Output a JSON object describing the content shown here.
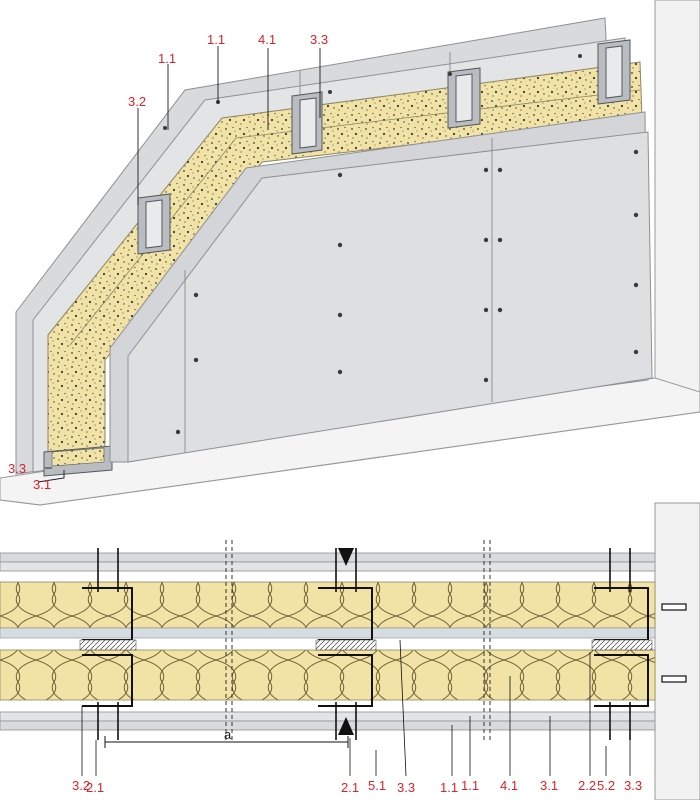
{
  "colors": {
    "label_red": "#d8232a",
    "label_black": "#1a1a1a",
    "board": "#d9dadc",
    "board_edge": "#8e9094",
    "insulation": "#f1e2a6",
    "insulation_dots": "#3a3a3a",
    "steel": "#b9bcc0",
    "floor": "#f4f4f4"
  },
  "upper_view": {
    "labels": {
      "board_outer_a": "1.1",
      "board_outer_b": "1.1",
      "insulation": "4.1",
      "stud_top": "3.3",
      "stud_side": "3.2",
      "track_bottom": "3.3",
      "track_floor": "3.1"
    }
  },
  "lower_view": {
    "labels": {
      "b32": "3.2",
      "b21a": "2.1",
      "spacing": "a",
      "b21b": "2.1",
      "b51": "5.1",
      "b33a": "3.3",
      "b11a": "1.1",
      "b11b": "1.1",
      "b41": "4.1",
      "b31": "3.1",
      "b22": "2.2",
      "b52": "5.2",
      "b33b": "3.3"
    }
  }
}
